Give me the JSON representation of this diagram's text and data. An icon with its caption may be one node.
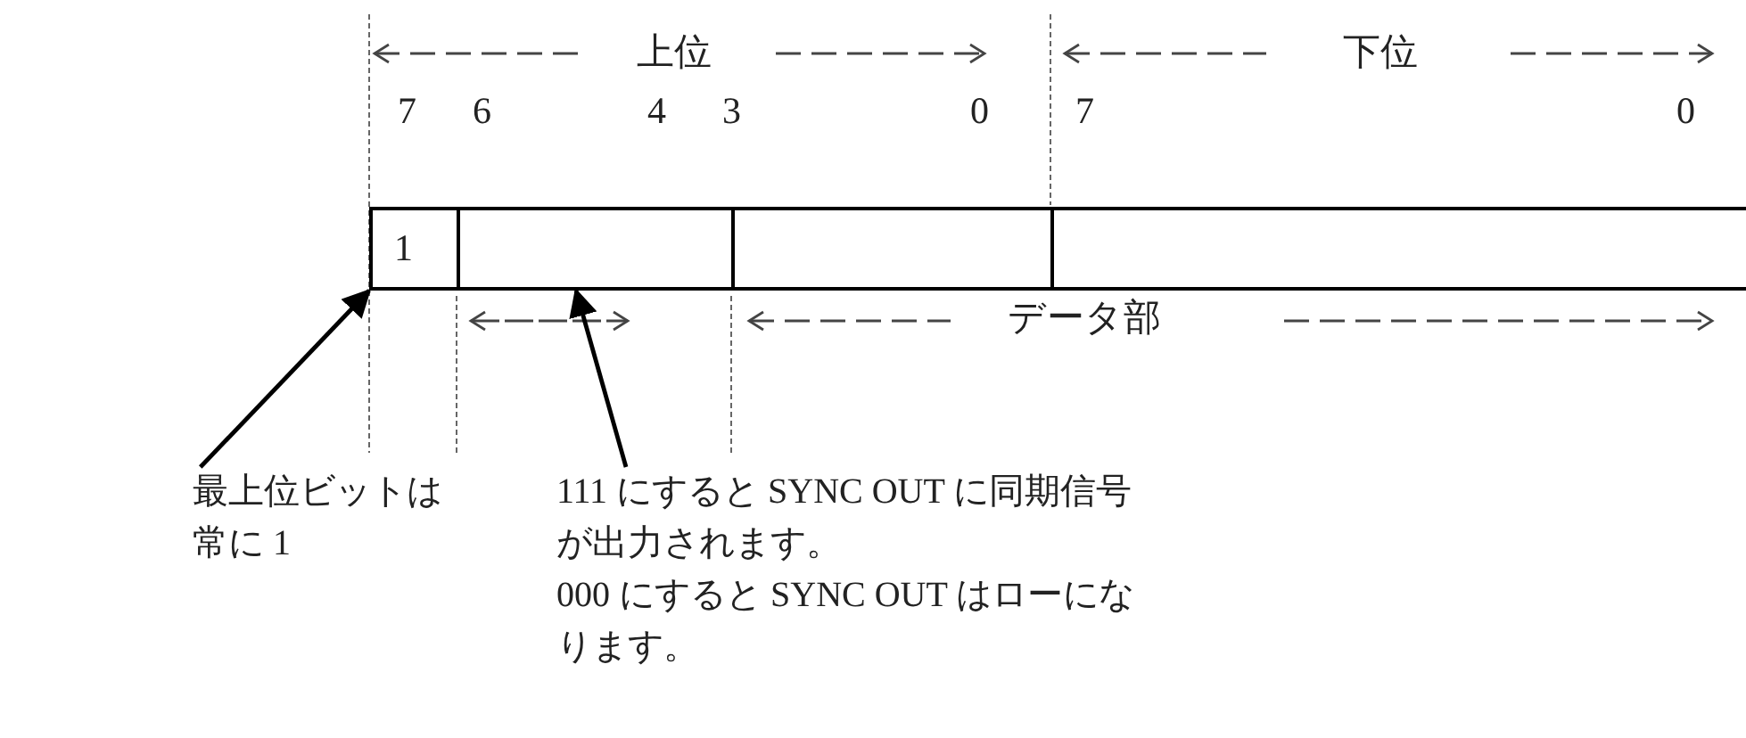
{
  "diagram": {
    "nodes": [
      {
        "text": [
          "1"
        ]
      },
      {
        "text": [],
        "shape": "box"
      },
      {
        "text": [],
        "shape": "box"
      },
      {
        "text": [],
        "shape": "box"
      },
      {
        "text": [
          "最上位ビットは常に 1"
        ]
      },
      {
        "text": [
          "111 にすると SYNC OUT に同期信号が出力されます。",
          "000 にすると SYNC OUT はローになります。"
        ]
      }
    ],
    "edges": [
      {
        "from": 4,
        "to": 0,
        "arrow": "to"
      },
      {
        "from": 5,
        "to": 1,
        "arrow": "to"
      }
    ],
    "labels": [
      "上位",
      "下位",
      "7",
      "6",
      "4",
      "3",
      "0",
      "7",
      "0",
      "データ部"
    ]
  }
}
